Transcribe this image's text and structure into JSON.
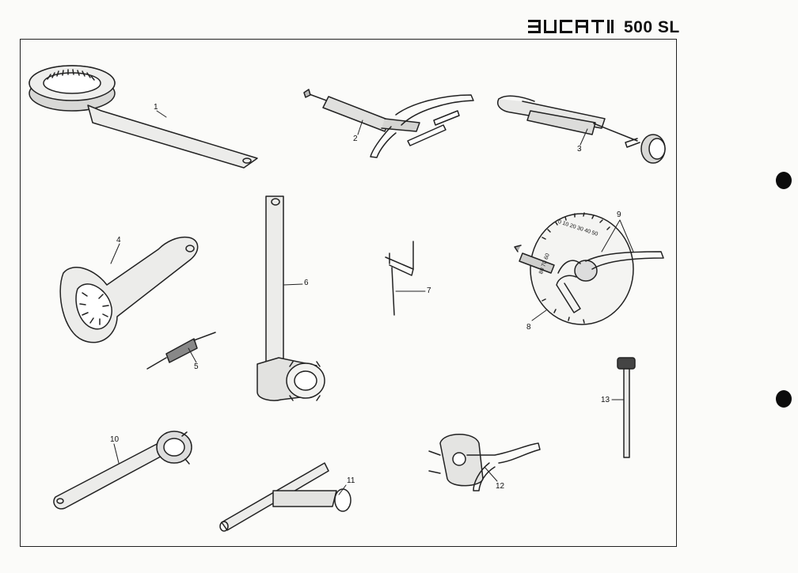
{
  "header": {
    "brand": "DUCATI",
    "model": "500 SL"
  },
  "callouts": {
    "c1": "1",
    "c2": "2",
    "c3": "3",
    "c4": "4",
    "c5": "5",
    "c6": "6",
    "c7": "7",
    "c8": "8",
    "c9": "9",
    "c10": "10",
    "c11": "11",
    "c12": "12",
    "c13": "13"
  },
  "dial": {
    "scale_top": "0 10 20 30 40 50",
    "scale_left": "80 70 60"
  }
}
